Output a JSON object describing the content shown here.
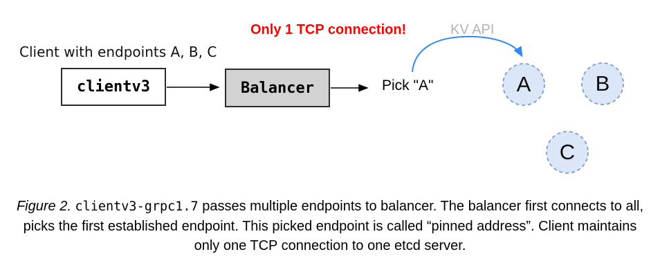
{
  "diagram": {
    "client_label": "Client with endpoints A, B, C",
    "tcp_note": "Only 1 TCP connection!",
    "kv_api_label": "KV API",
    "clientv3_box_label": "clientv3",
    "balancer_box_label": "Balancer",
    "pick_label": "Pick \"A\"",
    "endpoints": [
      {
        "label": "A"
      },
      {
        "label": "B"
      },
      {
        "label": "C"
      }
    ],
    "colors": {
      "note_red": "#ff0000",
      "kv_api_gray": "#b3b3b5",
      "arrow_blue": "#3389f0",
      "balancer_fill": "#d2d2d2",
      "endpoint_fill": "#dbe7f9",
      "endpoint_border": "#7d9bd1",
      "arrow_black": "#000000"
    }
  },
  "caption": {
    "figure_label": "Figure 2.",
    "code": "clientv3-grpc1.7",
    "text": "passes multiple endpoints to balancer. The balancer first connects to all, picks the first established endpoint. This picked endpoint is called “pinned address”. Client maintains only one TCP connection to one etcd server."
  }
}
